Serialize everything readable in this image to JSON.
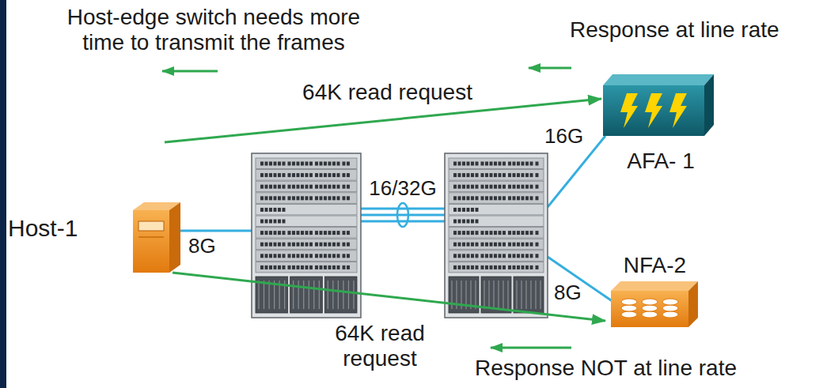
{
  "diagram": {
    "nodes": [
      {
        "text": [
          "Host-1"
        ]
      },
      {
        "text": [
          "AFA- 1"
        ]
      },
      {
        "text": [
          "NFA-2"
        ]
      }
    ],
    "edges": [
      {
        "from": 0,
        "to": 1,
        "arrow": "to",
        "label": "64K read request"
      },
      {
        "from": 0,
        "to": 2,
        "arrow": "to",
        "label": "64K read request"
      }
    ],
    "labels": [
      "Host-edge switch needs more time to transmit the frames",
      "Response at line rate",
      "8G",
      "16/32G",
      "16G",
      "8G",
      "Response NOT at line rate"
    ]
  }
}
